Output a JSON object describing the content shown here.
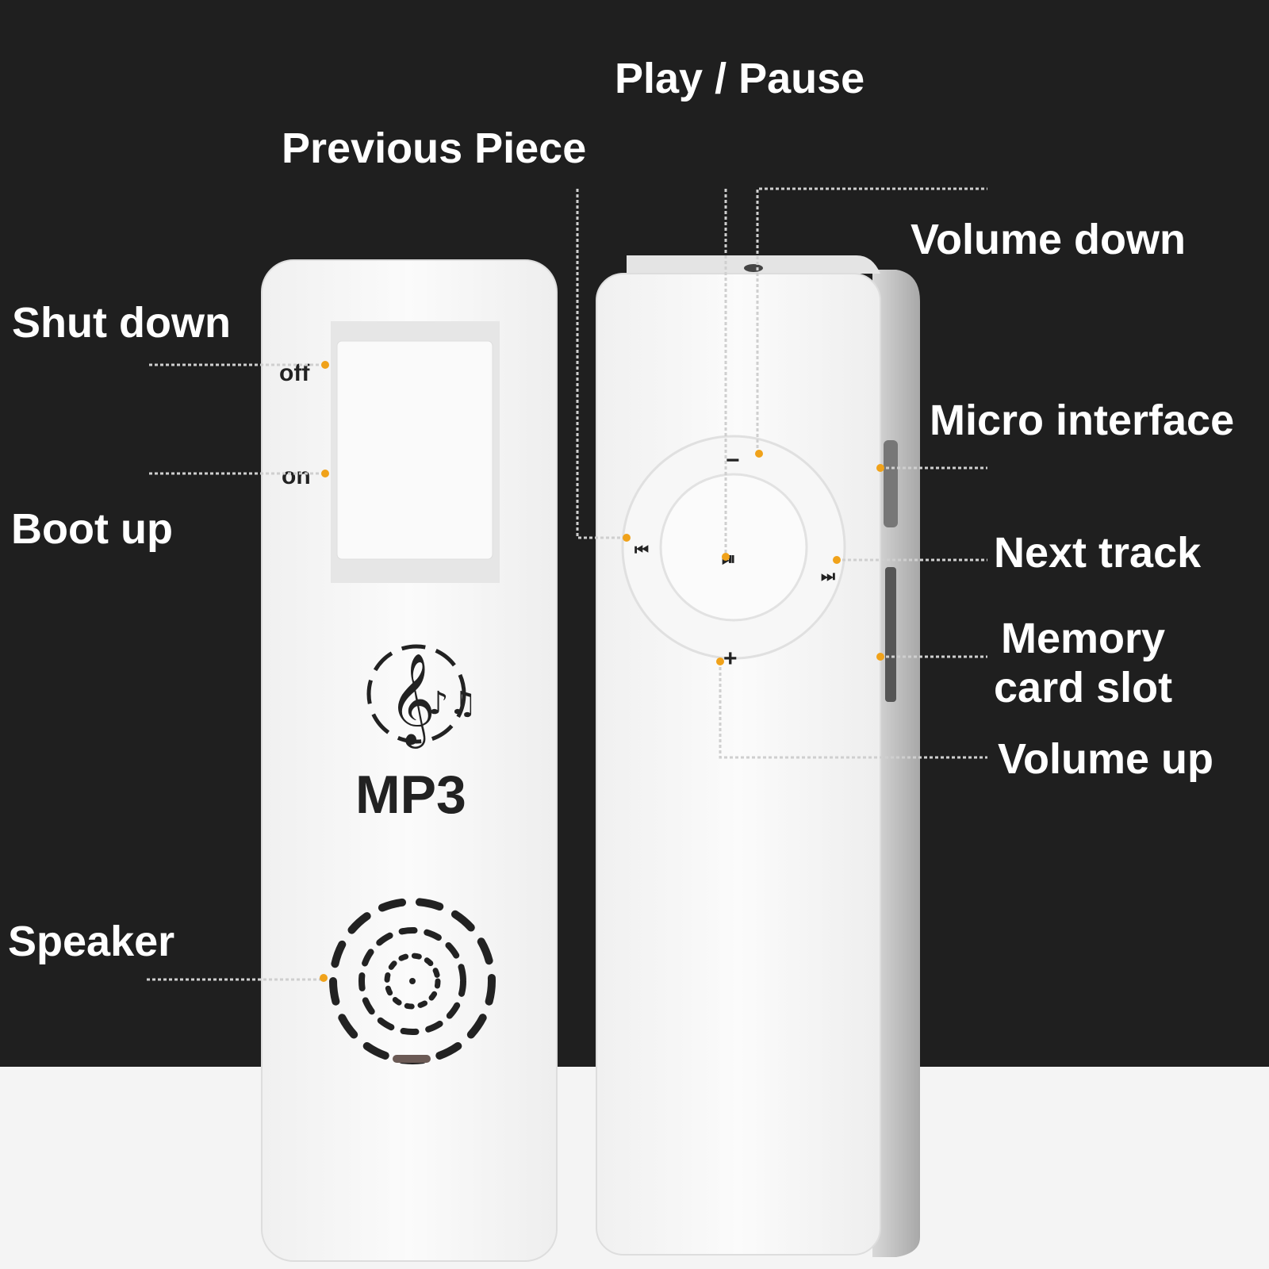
{
  "labels": {
    "play_pause": "Play / Pause",
    "previous_piece": "Previous Piece",
    "volume_down": "Volume down",
    "shut_down": "Shut down",
    "micro_interface": "Micro interface",
    "boot_up": "Boot up",
    "next_track": "Next track",
    "memory_card_slot_line1": "Memory",
    "memory_card_slot_line2": "card slot",
    "volume_up": "Volume up",
    "speaker": "Speaker"
  },
  "device": {
    "off": "off",
    "on": "on",
    "logo_text": "MP3",
    "minus": "−",
    "plus": "+"
  },
  "colors": {
    "background": "#1f1f1f",
    "floor": "#f4f4f4",
    "accent_dot": "#f0a21a"
  }
}
